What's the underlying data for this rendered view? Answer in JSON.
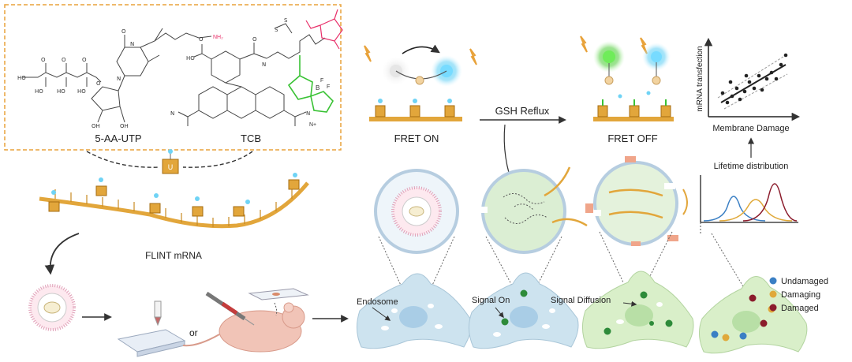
{
  "molecules": {
    "utp_label": "5-AA-UTP",
    "tcb_label": "TCB",
    "nh2": "NH₂",
    "boron": "B",
    "fluoro": "F",
    "n_plus": "N+"
  },
  "mrna_label": "FLINT mRNA",
  "nucleotide_letter": "U",
  "fret_on_label": "FRET ON",
  "fret_off_label": "FRET OFF",
  "gsh_label": "GSH Reflux",
  "or_label": "or",
  "cell_labels": {
    "endosome": "Endosome",
    "signal_on": "Signal On",
    "signal_diffusion": "Signal Diffusion"
  },
  "lifetime_label": "Lifetime distribution",
  "scatter": {
    "xlabel": "Membrane Damage",
    "ylabel": "mRNA transfection"
  },
  "legend": [
    {
      "label": "Undamaged",
      "color": "#3a7fc4"
    },
    {
      "label": "Damaging",
      "color": "#e0a93a"
    },
    {
      "label": "Damaged",
      "color": "#8b1c2c"
    }
  ],
  "colors": {
    "accent_orange": "#e8a23a",
    "mrna": "#e2a63b",
    "cell": "#cde3ef",
    "cell_green": "#d9efc9",
    "green_signal": "#2e8b3a",
    "pink_linker": "#e8306a",
    "dye_green": "#39c234"
  }
}
